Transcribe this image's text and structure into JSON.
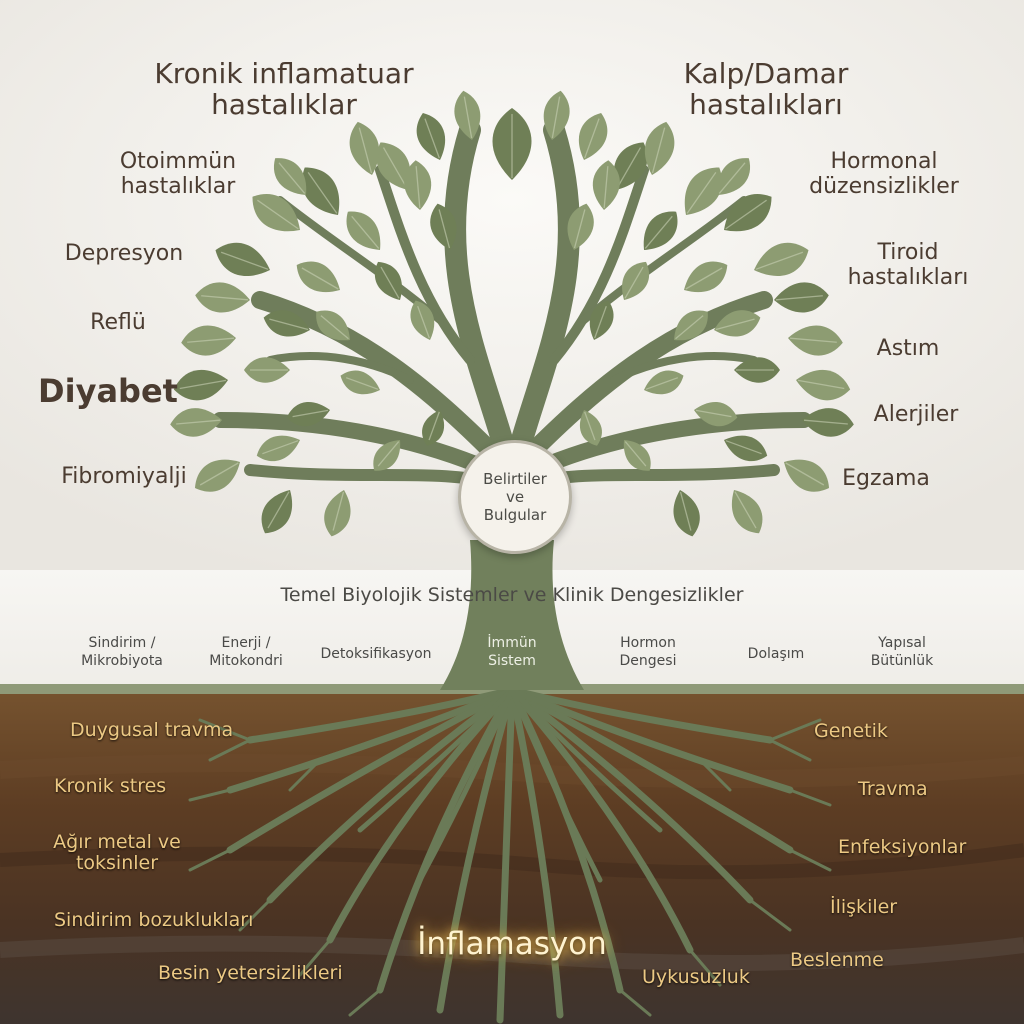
{
  "center": {
    "label": "Belirtiler\nve\nBulgular"
  },
  "symptoms": {
    "left": [
      "Kronik inflamatuar\nhastalıklar",
      "Otoimmün\nhastalıklar",
      "Depresyon",
      "Reflü",
      "Diyabet",
      "Fibromiyalji"
    ],
    "right": [
      "Kalp/Damar\nhastalıkları",
      "Hormonal\ndüzensizlikler",
      "Tiroid\nhastalıkları",
      "Astım",
      "Alerjiler",
      "Egzama"
    ]
  },
  "band": {
    "title": "Temel Biyolojik Sistemler ve Klinik Dengesizlikler",
    "systems": [
      "Sindirim /\nMikrobiyota",
      "Enerji /\nMitokondri",
      "Detoksifikasyon",
      "İmmün\nSistem",
      "Hormon\nDengesi",
      "Dolaşım",
      "Yapısal\nBütünlük"
    ]
  },
  "roots": {
    "title": "İnflamasyon",
    "left": [
      "Duygusal travma",
      "Kronik stres",
      "Ağır metal ve\ntoksinler",
      "Sindirim bozuklukları",
      "Besin yetersizlikleri"
    ],
    "right": [
      "Genetik",
      "Travma",
      "Enfeksiyonlar",
      "İlişkiler",
      "Beslenme",
      "Uykusuzluk"
    ]
  },
  "colors": {
    "leaf": "#8d9c72",
    "leaf_dark": "#6f7f56",
    "trunk": "#6f7d5b",
    "soil": "#5a3b24",
    "band": "#f4f2ee",
    "symptom_text": "#4b3c31",
    "root_text": "#ecc984"
  }
}
